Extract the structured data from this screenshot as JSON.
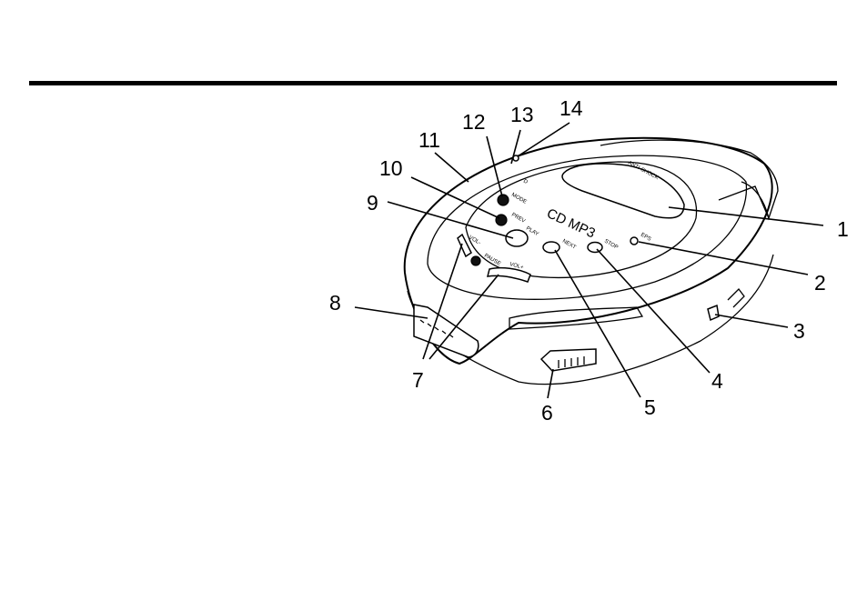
{
  "device": {
    "labels": {
      "anti_shock": "ANTI-SHOCK",
      "brand": "CD MP3",
      "eps": "EPS",
      "stop": "STOP",
      "next": "NEXT",
      "play": "PLAY",
      "prev": "PREV",
      "mode": "MODE",
      "indicator": "D",
      "vol_minus": "VOL-",
      "pause": "PAUSE",
      "vol_plus": "VOL+"
    }
  },
  "callouts": [
    "1",
    "2",
    "3",
    "4",
    "5",
    "6",
    "7",
    "8",
    "9",
    "10",
    "11",
    "12",
    "13",
    "14"
  ]
}
